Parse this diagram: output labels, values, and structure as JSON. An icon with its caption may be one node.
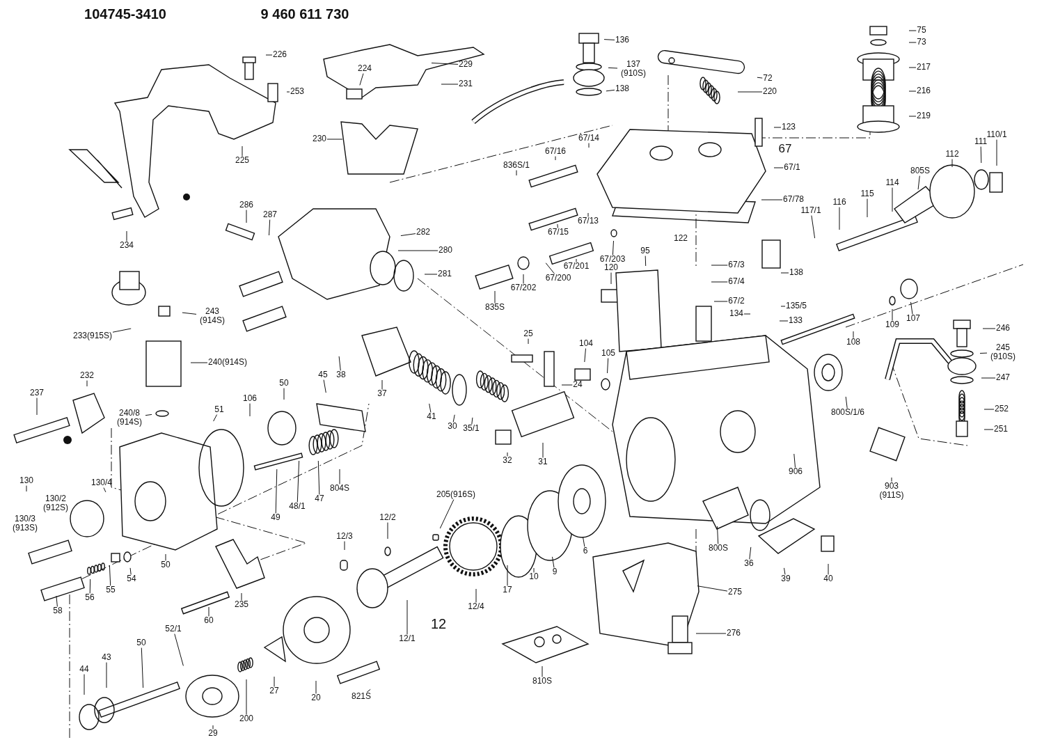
{
  "diagram": {
    "nodes": [
      {
        "text": [
          "226"
        ]
      },
      {
        "text": [
          "253"
        ]
      },
      {
        "text": [
          "225"
        ]
      },
      {
        "text": [
          "234"
        ]
      },
      {
        "text": [
          "224"
        ]
      },
      {
        "text": [
          "229"
        ]
      },
      {
        "text": [
          "231"
        ]
      },
      {
        "text": [
          "230"
        ]
      },
      {
        "text": [
          "136"
        ]
      },
      {
        "text": [
          "137 (910S)"
        ]
      },
      {
        "text": [
          "138"
        ]
      },
      {
        "text": [
          "75"
        ]
      },
      {
        "text": [
          "73"
        ]
      },
      {
        "text": [
          "72"
        ]
      },
      {
        "text": [
          "217"
        ]
      },
      {
        "text": [
          "220"
        ]
      },
      {
        "text": [
          "216"
        ]
      },
      {
        "text": [
          "219"
        ]
      },
      {
        "text": [
          "123"
        ]
      },
      {
        "text": [
          "67/14"
        ]
      },
      {
        "text": [
          "67/16"
        ]
      },
      {
        "text": [
          "67/1"
        ]
      },
      {
        "text": [
          "836S/1"
        ]
      },
      {
        "text": [
          "112"
        ]
      },
      {
        "text": [
          "111"
        ]
      },
      {
        "text": [
          "110/1"
        ]
      },
      {
        "text": [
          "805S"
        ]
      },
      {
        "text": [
          "114"
        ]
      },
      {
        "text": [
          "115"
        ]
      },
      {
        "text": [
          "116"
        ]
      },
      {
        "text": [
          "117/1"
        ]
      },
      {
        "text": [
          "67/78"
        ]
      },
      {
        "text": [
          "286"
        ]
      },
      {
        "text": [
          "287"
        ]
      },
      {
        "text": [
          "67/13"
        ]
      },
      {
        "text": [
          "67/15"
        ]
      },
      {
        "text": [
          "282"
        ]
      },
      {
        "text": [
          "280"
        ]
      },
      {
        "text": [
          "95"
        ]
      },
      {
        "text": [
          "67/203"
        ]
      },
      {
        "text": [
          "120"
        ]
      },
      {
        "text": [
          "67/201"
        ]
      },
      {
        "text": [
          "67/3"
        ]
      },
      {
        "text": [
          "138"
        ]
      },
      {
        "text": [
          "281"
        ]
      },
      {
        "text": [
          "67/200"
        ]
      },
      {
        "text": [
          "67/4"
        ]
      },
      {
        "text": [
          "67/202"
        ]
      },
      {
        "text": [
          "835S"
        ]
      },
      {
        "text": [
          "67/2"
        ]
      },
      {
        "text": [
          "135/5"
        ]
      },
      {
        "text": [
          "134"
        ]
      },
      {
        "text": [
          "243 (914S)"
        ]
      },
      {
        "text": [
          "133"
        ]
      },
      {
        "text": [
          "109"
        ]
      },
      {
        "text": [
          "107"
        ]
      },
      {
        "text": [
          "246"
        ]
      },
      {
        "text": [
          "25"
        ]
      },
      {
        "text": [
          "233(915S)"
        ]
      },
      {
        "text": [
          "108"
        ]
      },
      {
        "text": [
          "104"
        ]
      },
      {
        "text": [
          "105"
        ]
      },
      {
        "text": [
          "245 (910S)"
        ]
      },
      {
        "text": [
          "240(914S)"
        ]
      },
      {
        "text": [
          "24"
        ]
      },
      {
        "text": [
          "247"
        ]
      },
      {
        "text": [
          "45"
        ]
      },
      {
        "text": [
          "38"
        ]
      },
      {
        "text": [
          "232"
        ]
      },
      {
        "text": [
          "50"
        ]
      },
      {
        "text": [
          "237"
        ]
      },
      {
        "text": [
          "37"
        ]
      },
      {
        "text": [
          "106"
        ]
      },
      {
        "text": [
          "252"
        ]
      },
      {
        "text": [
          "51"
        ]
      },
      {
        "text": [
          "800S/1/6"
        ]
      },
      {
        "text": [
          "240/8 (914S)"
        ]
      },
      {
        "text": [
          "41"
        ]
      },
      {
        "text": [
          "30"
        ]
      },
      {
        "text": [
          "35/1"
        ]
      },
      {
        "text": [
          "251"
        ]
      },
      {
        "text": [
          "32"
        ]
      },
      {
        "text": [
          "31"
        ]
      },
      {
        "text": [
          "906"
        ]
      },
      {
        "text": [
          "130"
        ]
      },
      {
        "text": [
          "130/4"
        ]
      },
      {
        "text": [
          "804S"
        ]
      },
      {
        "text": [
          "903 (911S)"
        ]
      },
      {
        "text": [
          "205(916S)"
        ]
      },
      {
        "text": [
          "47"
        ]
      },
      {
        "text": [
          "48/1"
        ]
      },
      {
        "text": [
          "49"
        ]
      },
      {
        "text": [
          "12/2"
        ]
      },
      {
        "text": [
          "12/3"
        ]
      },
      {
        "text": [
          "6"
        ]
      },
      {
        "text": [
          "800S"
        ]
      },
      {
        "text": [
          "36"
        ]
      },
      {
        "text": [
          "50"
        ]
      },
      {
        "text": [
          "9"
        ]
      },
      {
        "text": [
          "10"
        ]
      },
      {
        "text": [
          "39"
        ]
      },
      {
        "text": [
          "40"
        ]
      },
      {
        "text": [
          "54"
        ]
      },
      {
        "text": [
          "55"
        ]
      },
      {
        "text": [
          "17"
        ]
      },
      {
        "text": [
          "275"
        ]
      },
      {
        "text": [
          "56"
        ]
      },
      {
        "text": [
          "235"
        ]
      },
      {
        "text": [
          "12/4"
        ]
      },
      {
        "text": [
          "58"
        ]
      },
      {
        "text": [
          "60"
        ]
      },
      {
        "text": [
          "52/1"
        ]
      },
      {
        "text": [
          "276"
        ]
      },
      {
        "text": [
          "12/1"
        ]
      },
      {
        "text": [
          "50"
        ]
      },
      {
        "text": [
          "43"
        ]
      },
      {
        "text": [
          "44"
        ]
      },
      {
        "text": [
          "810S"
        ]
      },
      {
        "text": [
          "27"
        ]
      },
      {
        "text": [
          "20"
        ]
      },
      {
        "text": [
          "821S"
        ]
      },
      {
        "text": [
          "200"
        ]
      },
      {
        "text": [
          "29"
        ]
      }
    ],
    "edges": [
      {
        "from": 0,
        "to": null,
        "arrow": "none"
      },
      {
        "from": 1,
        "to": null,
        "arrow": "none"
      },
      {
        "from": 2,
        "to": null,
        "arrow": "none"
      },
      {
        "from": 3,
        "to": null,
        "arrow": "none"
      },
      {
        "from": 4,
        "to": null,
        "arrow": "none"
      },
      {
        "from": 5,
        "to": null,
        "arrow": "none"
      },
      {
        "from": 6,
        "to": null,
        "arrow": "none"
      },
      {
        "from": 7,
        "to": null,
        "arrow": "none"
      },
      {
        "from": 8,
        "to": null,
        "arrow": "none"
      },
      {
        "from": 9,
        "to": null,
        "arrow": "none"
      },
      {
        "from": 10,
        "to": null,
        "arrow": "none"
      },
      {
        "from": 11,
        "to": null,
        "arrow": "none"
      },
      {
        "from": 12,
        "to": null,
        "arrow": "none"
      },
      {
        "from": 13,
        "to": null,
        "arrow": "none"
      },
      {
        "from": 14,
        "to": null,
        "arrow": "none"
      },
      {
        "from": 15,
        "to": null,
        "arrow": "none"
      },
      {
        "from": 16,
        "to": null,
        "arrow": "none"
      },
      {
        "from": 17,
        "to": null,
        "arrow": "none"
      },
      {
        "from": 18,
        "to": null,
        "arrow": "none"
      },
      {
        "from": 19,
        "to": null,
        "arrow": "none"
      },
      {
        "from": 20,
        "to": null,
        "arrow": "none"
      },
      {
        "from": 21,
        "to": null,
        "arrow": "none"
      },
      {
        "from": 22,
        "to": null,
        "arrow": "none"
      },
      {
        "from": 23,
        "to": null,
        "arrow": "none"
      },
      {
        "from": 24,
        "to": null,
        "arrow": "none"
      },
      {
        "from": 25,
        "to": null,
        "arrow": "none"
      },
      {
        "from": 26,
        "to": null,
        "arrow": "none"
      },
      {
        "from": 27,
        "to": null,
        "arrow": "none"
      },
      {
        "from": 28,
        "to": null,
        "arrow": "none"
      },
      {
        "from": 29,
        "to": null,
        "arrow": "none"
      },
      {
        "from": 30,
        "to": null,
        "arrow": "none"
      },
      {
        "from": 31,
        "to": null,
        "arrow": "none"
      },
      {
        "from": 32,
        "to": null,
        "arrow": "none"
      },
      {
        "from": 33,
        "to": null,
        "arrow": "none"
      },
      {
        "from": 34,
        "to": null,
        "arrow": "none"
      },
      {
        "from": 35,
        "to": null,
        "arrow": "none"
      },
      {
        "from": 36,
        "to": null,
        "arrow": "none"
      },
      {
        "from": 37,
        "to": null,
        "arrow": "none"
      },
      {
        "from": 38,
        "to": null,
        "arrow": "none"
      },
      {
        "from": 39,
        "to": null,
        "arrow": "none"
      },
      {
        "from": 40,
        "to": null,
        "arrow": "none"
      },
      {
        "from": 41,
        "to": null,
        "arrow": "none"
      },
      {
        "from": 42,
        "to": null,
        "arrow": "none"
      },
      {
        "from": 43,
        "to": null,
        "arrow": "none"
      },
      {
        "from": 44,
        "to": null,
        "arrow": "none"
      },
      {
        "from": 45,
        "to": null,
        "arrow": "none"
      },
      {
        "from": 46,
        "to": null,
        "arrow": "none"
      },
      {
        "from": 47,
        "to": null,
        "arrow": "none"
      },
      {
        "from": 48,
        "to": null,
        "arrow": "none"
      },
      {
        "from": 49,
        "to": null,
        "arrow": "none"
      },
      {
        "from": 50,
        "to": null,
        "arrow": "none"
      },
      {
        "from": 51,
        "to": null,
        "arrow": "none"
      },
      {
        "from": 52,
        "to": null,
        "arrow": "none"
      },
      {
        "from": 53,
        "to": null,
        "arrow": "none"
      },
      {
        "from": 54,
        "to": null,
        "arrow": "none"
      },
      {
        "from": 55,
        "to": null,
        "arrow": "none"
      },
      {
        "from": 56,
        "to": null,
        "arrow": "none"
      },
      {
        "from": 57,
        "to": null,
        "arrow": "none"
      },
      {
        "from": 58,
        "to": null,
        "arrow": "none"
      },
      {
        "from": 59,
        "to": null,
        "arrow": "none"
      },
      {
        "from": 60,
        "to": null,
        "arrow": "none"
      },
      {
        "from": 61,
        "to": null,
        "arrow": "none"
      },
      {
        "from": 62,
        "to": null,
        "arrow": "none"
      },
      {
        "from": 63,
        "to": null,
        "arrow": "none"
      },
      {
        "from": 64,
        "to": null,
        "arrow": "none"
      },
      {
        "from": 65,
        "to": null,
        "arrow": "none"
      },
      {
        "from": 66,
        "to": null,
        "arrow": "none"
      },
      {
        "from": 67,
        "to": null,
        "arrow": "none"
      },
      {
        "from": 68,
        "to": null,
        "arrow": "none"
      },
      {
        "from": 69,
        "to": null,
        "arrow": "none"
      },
      {
        "from": 70,
        "to": null,
        "arrow": "none"
      },
      {
        "from": 71,
        "to": null,
        "arrow": "none"
      },
      {
        "from": 72,
        "to": null,
        "arrow": "none"
      },
      {
        "from": 73,
        "to": null,
        "arrow": "none"
      },
      {
        "from": 74,
        "to": null,
        "arrow": "none"
      },
      {
        "from": 75,
        "to": null,
        "arrow": "none"
      },
      {
        "from": 76,
        "to": null,
        "arrow": "none"
      },
      {
        "from": 77,
        "to": null,
        "arrow": "none"
      },
      {
        "from": 78,
        "to": null,
        "arrow": "none"
      },
      {
        "from": 79,
        "to": null,
        "arrow": "none"
      },
      {
        "from": 80,
        "to": null,
        "arrow": "none"
      },
      {
        "from": 81,
        "to": null,
        "arrow": "none"
      },
      {
        "from": 82,
        "to": null,
        "arrow": "none"
      },
      {
        "from": 83,
        "to": null,
        "arrow": "none"
      },
      {
        "from": 84,
        "to": null,
        "arrow": "none"
      },
      {
        "from": 85,
        "to": null,
        "arrow": "none"
      },
      {
        "from": 86,
        "to": null,
        "arrow": "none"
      },
      {
        "from": 87,
        "to": null,
        "arrow": "none"
      },
      {
        "from": 88,
        "to": null,
        "arrow": "none"
      },
      {
        "from": 89,
        "to": null,
        "arrow": "none"
      },
      {
        "from": 90,
        "to": null,
        "arrow": "none"
      },
      {
        "from": 91,
        "to": null,
        "arrow": "none"
      },
      {
        "from": 92,
        "to": null,
        "arrow": "none"
      },
      {
        "from": 93,
        "to": null,
        "arrow": "none"
      },
      {
        "from": 94,
        "to": null,
        "arrow": "none"
      },
      {
        "from": 95,
        "to": null,
        "arrow": "none"
      },
      {
        "from": 96,
        "to": null,
        "arrow": "none"
      },
      {
        "from": 97,
        "to": null,
        "arrow": "none"
      },
      {
        "from": 98,
        "to": null,
        "arrow": "none"
      },
      {
        "from": 99,
        "to": null,
        "arrow": "none"
      },
      {
        "from": 100,
        "to": null,
        "arrow": "none"
      },
      {
        "from": 101,
        "to": null,
        "arrow": "none"
      },
      {
        "from": 102,
        "to": null,
        "arrow": "none"
      },
      {
        "from": 103,
        "to": null,
        "arrow": "none"
      },
      {
        "from": 104,
        "to": null,
        "arrow": "none"
      },
      {
        "from": 105,
        "to": null,
        "arrow": "none"
      },
      {
        "from": 106,
        "to": null,
        "arrow": "none"
      },
      {
        "from": 107,
        "to": null,
        "arrow": "none"
      },
      {
        "from": 108,
        "to": null,
        "arrow": "none"
      },
      {
        "from": 109,
        "to": null,
        "arrow": "none"
      },
      {
        "from": 110,
        "to": null,
        "arrow": "none"
      },
      {
        "from": 111,
        "to": null,
        "arrow": "none"
      },
      {
        "from": 112,
        "to": null,
        "arrow": "none"
      },
      {
        "from": 113,
        "to": null,
        "arrow": "none"
      },
      {
        "from": 114,
        "to": null,
        "arrow": "none"
      },
      {
        "from": 115,
        "to": null,
        "arrow": "none"
      },
      {
        "from": 116,
        "to": null,
        "arrow": "none"
      },
      {
        "from": 117,
        "to": null,
        "arrow": "none"
      },
      {
        "from": 118,
        "to": null,
        "arrow": "none"
      },
      {
        "from": 119,
        "to": null,
        "arrow": "none"
      },
      {
        "from": 120,
        "to": null,
        "arrow": "none"
      },
      {
        "from": 121,
        "to": null,
        "arrow": "none"
      },
      {
        "from": 122,
        "to": null,
        "arrow": "none"
      }
    ],
    "labels": [
      "104745-3410",
      "9 460 611 730",
      "67",
      "122",
      "130/2 (912S)",
      "130/3 (913S)",
      "12"
    ]
  }
}
